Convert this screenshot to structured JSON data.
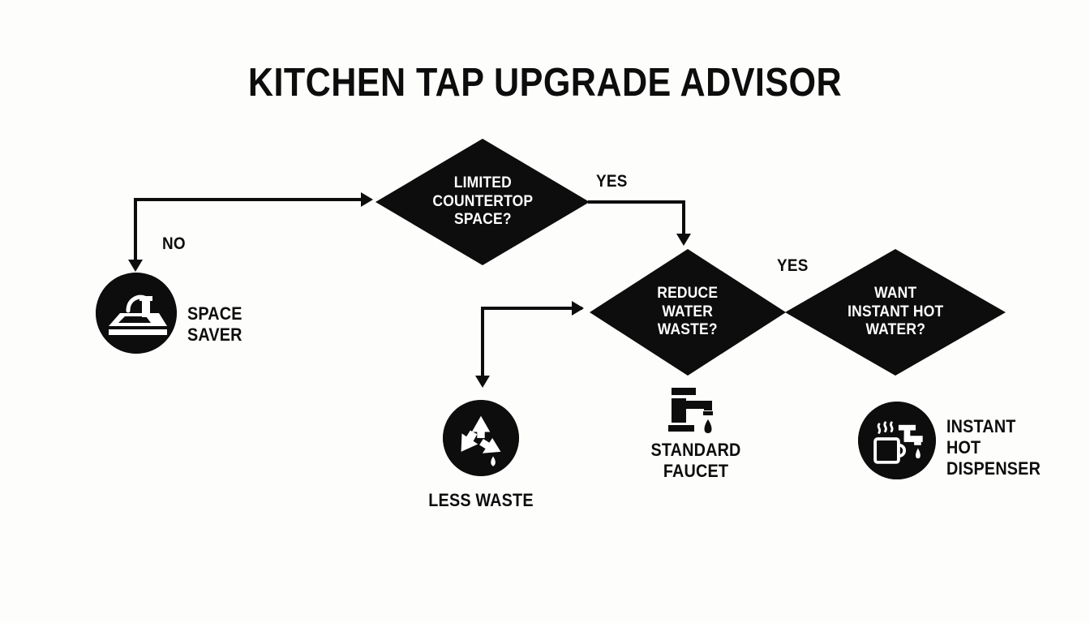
{
  "title": "KITCHEN TAP UPGRADE ADVISOR",
  "colors": {
    "background": "#fdfdfc",
    "ink": "#0d0d0d",
    "diamond_text": "#ffffff"
  },
  "decisions": [
    {
      "id": "limited-countertop-space",
      "text": "LIMITED\nCOUNTERTOP\nSPACE?"
    },
    {
      "id": "reduce-water-waste",
      "text": "REDUCE\nWATER\nWASTE?"
    },
    {
      "id": "want-instant-hot-water",
      "text": "WANT\nINSTANT HOT\nWATER?"
    }
  ],
  "edges": [
    {
      "id": "space-no",
      "label": "NO"
    },
    {
      "id": "space-yes",
      "label": "YES"
    },
    {
      "id": "hot-yes",
      "label": "YES"
    }
  ],
  "outcomes": [
    {
      "id": "space-saver",
      "label": "SPACE SAVER",
      "icon": "sink-faucet-icon"
    },
    {
      "id": "less-waste",
      "label": "LESS WASTE",
      "icon": "recycle-drop-icon"
    },
    {
      "id": "standard-faucet",
      "label": "STANDARD\nFAUCET",
      "icon": "faucet-drop-icon"
    },
    {
      "id": "instant-hot-dispenser",
      "label": "INSTANT HOT\nDISPENSER",
      "icon": "hot-mug-faucet-icon"
    }
  ]
}
